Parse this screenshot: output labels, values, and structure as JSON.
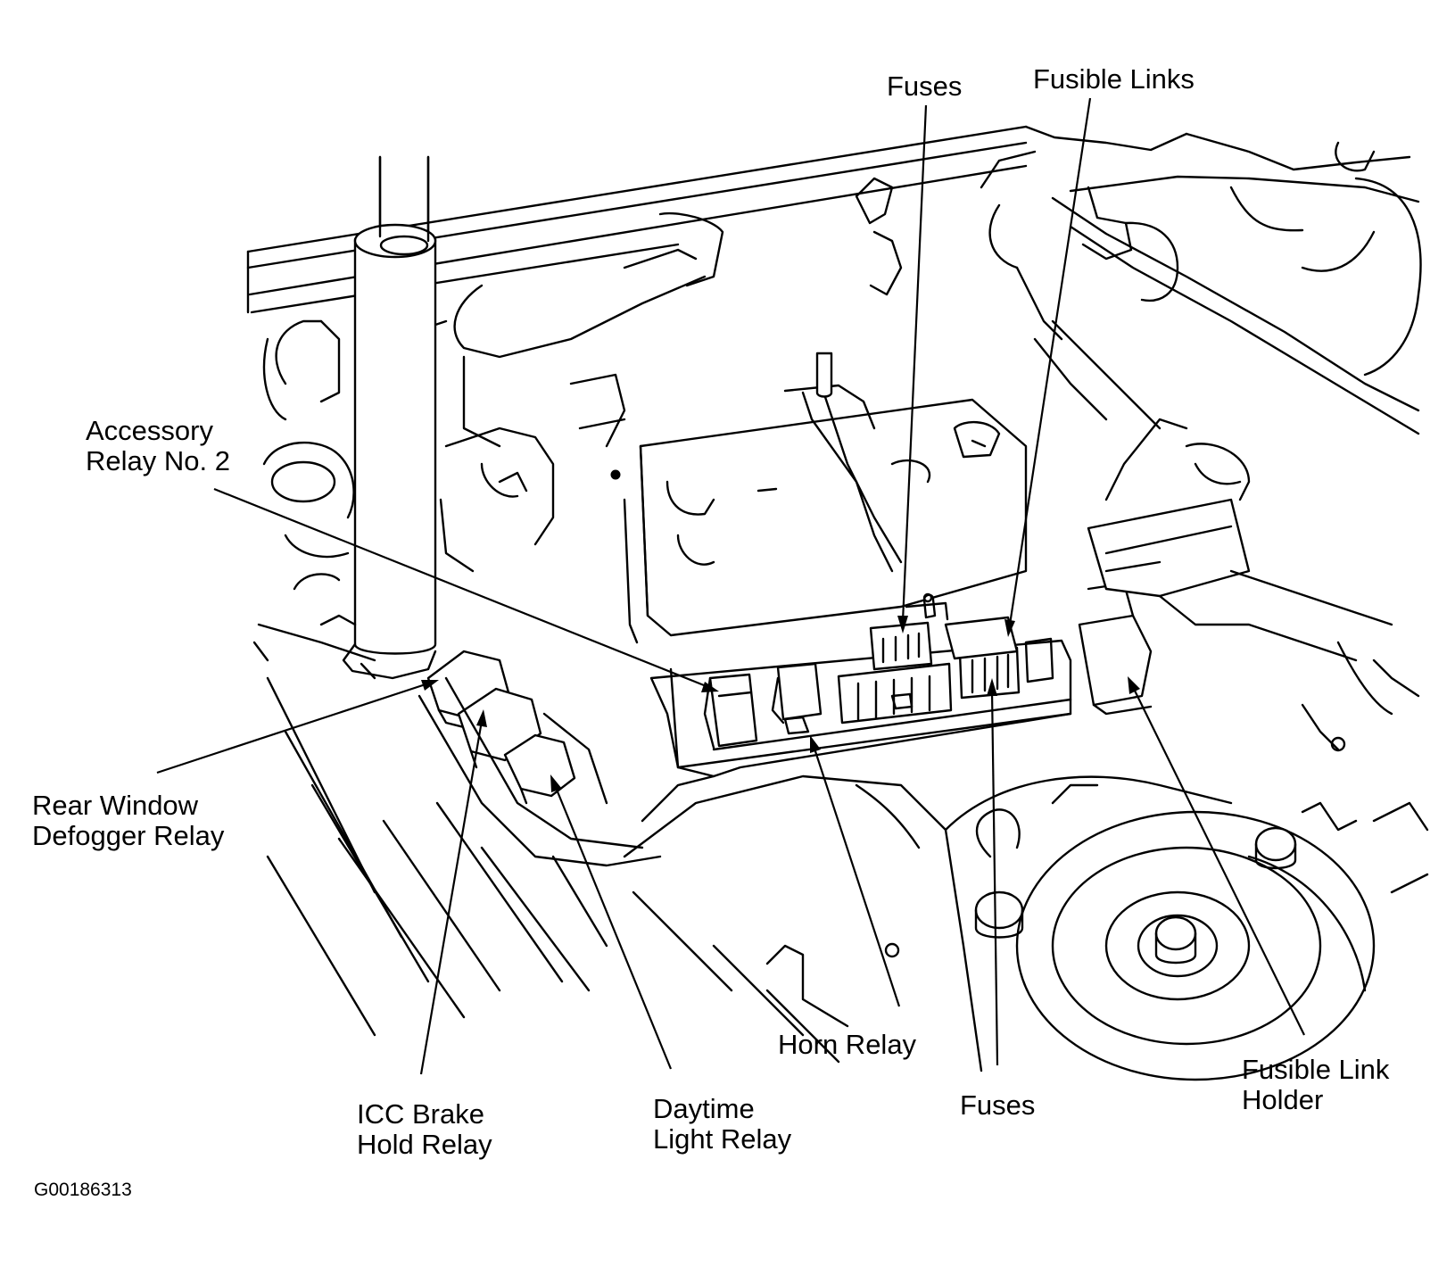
{
  "labels": {
    "fuses_top": "Fuses",
    "fusible_links": "Fusible Links",
    "accessory_relay": [
      "Accessory",
      "Relay No. 2"
    ],
    "rear_window": [
      "Rear Window",
      "Defogger Relay"
    ],
    "icc_brake": [
      "ICC Brake",
      "Hold Relay"
    ],
    "daytime_light": [
      "Daytime",
      "Light Relay"
    ],
    "horn_relay": "Horn Relay",
    "fuses_bottom": "Fuses",
    "fusible_link_holder": [
      "Fusible Link",
      "Holder"
    ]
  },
  "figure_code": "G00186313"
}
